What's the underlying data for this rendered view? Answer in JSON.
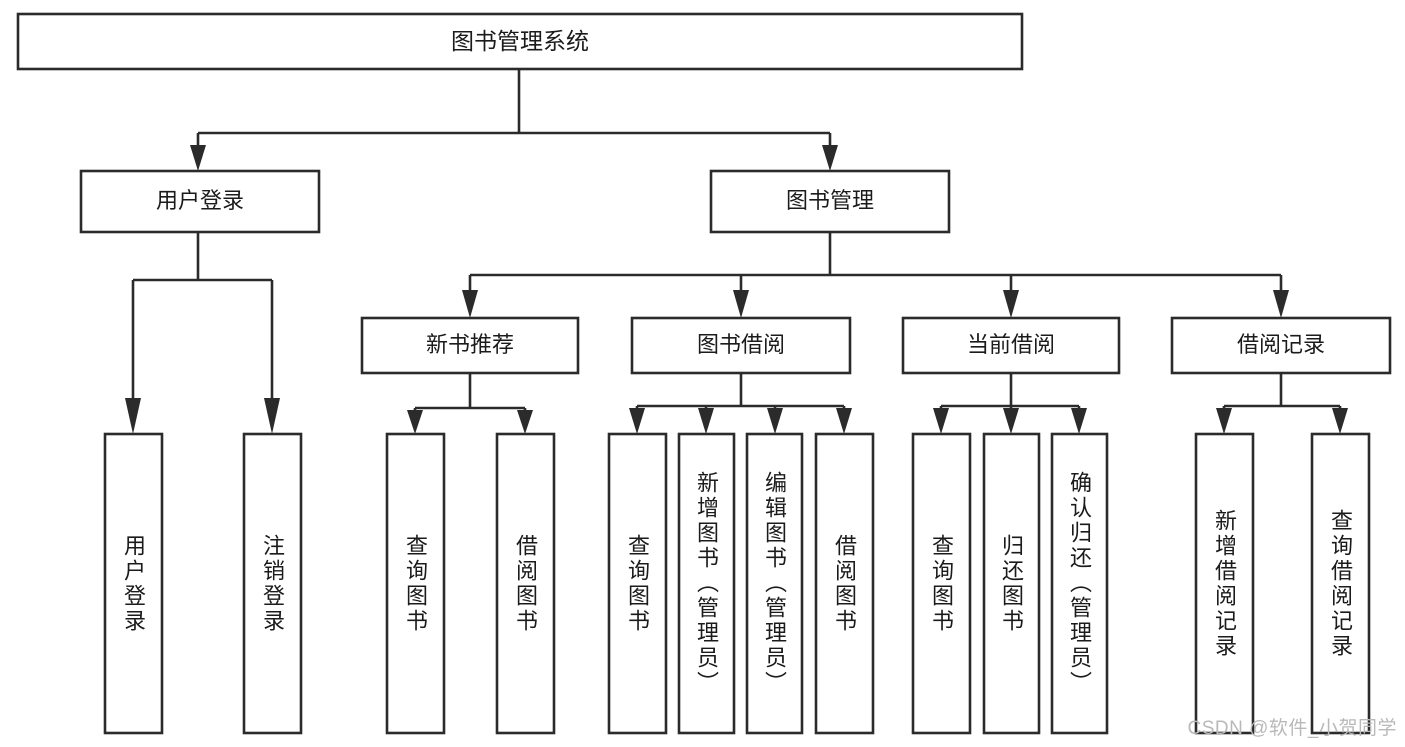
{
  "diagram": {
    "title": "图书管理系统",
    "type": "hierarchy-tree",
    "orientation": "top-down",
    "levels": 4,
    "colors": {
      "box_stroke": "#2b2b2b",
      "box_fill": "#ffffff",
      "text": "#1b1b1b",
      "background": "#ffffff",
      "watermark": "#b9b9b9"
    }
  },
  "root": {
    "label": "图书管理系统"
  },
  "level2": [
    {
      "label": "用户登录"
    },
    {
      "label": "图书管理"
    }
  ],
  "level3": [
    {
      "label": "新书推荐"
    },
    {
      "label": "图书借阅"
    },
    {
      "label": "当前借阅"
    },
    {
      "label": "借阅记录"
    }
  ],
  "leaves": {
    "user_login": [
      {
        "label": "用户登录"
      },
      {
        "label": "注销登录"
      }
    ],
    "new_book_recommend": [
      {
        "label": "查询图书"
      },
      {
        "label": "借阅图书"
      }
    ],
    "book_borrow": [
      {
        "label": "查询图书"
      },
      {
        "label": "新增图书（管理员）"
      },
      {
        "label": "编辑图书（管理员）"
      },
      {
        "label": "借阅图书"
      }
    ],
    "current_borrow": [
      {
        "label": "查询图书"
      },
      {
        "label": "归还图书"
      },
      {
        "label": "确认归还（管理员）"
      }
    ],
    "borrow_record": [
      {
        "label": "新增借阅记录"
      },
      {
        "label": "查询借阅记录"
      }
    ]
  },
  "watermark": {
    "text": "CSDN @软件_小贺同学"
  }
}
